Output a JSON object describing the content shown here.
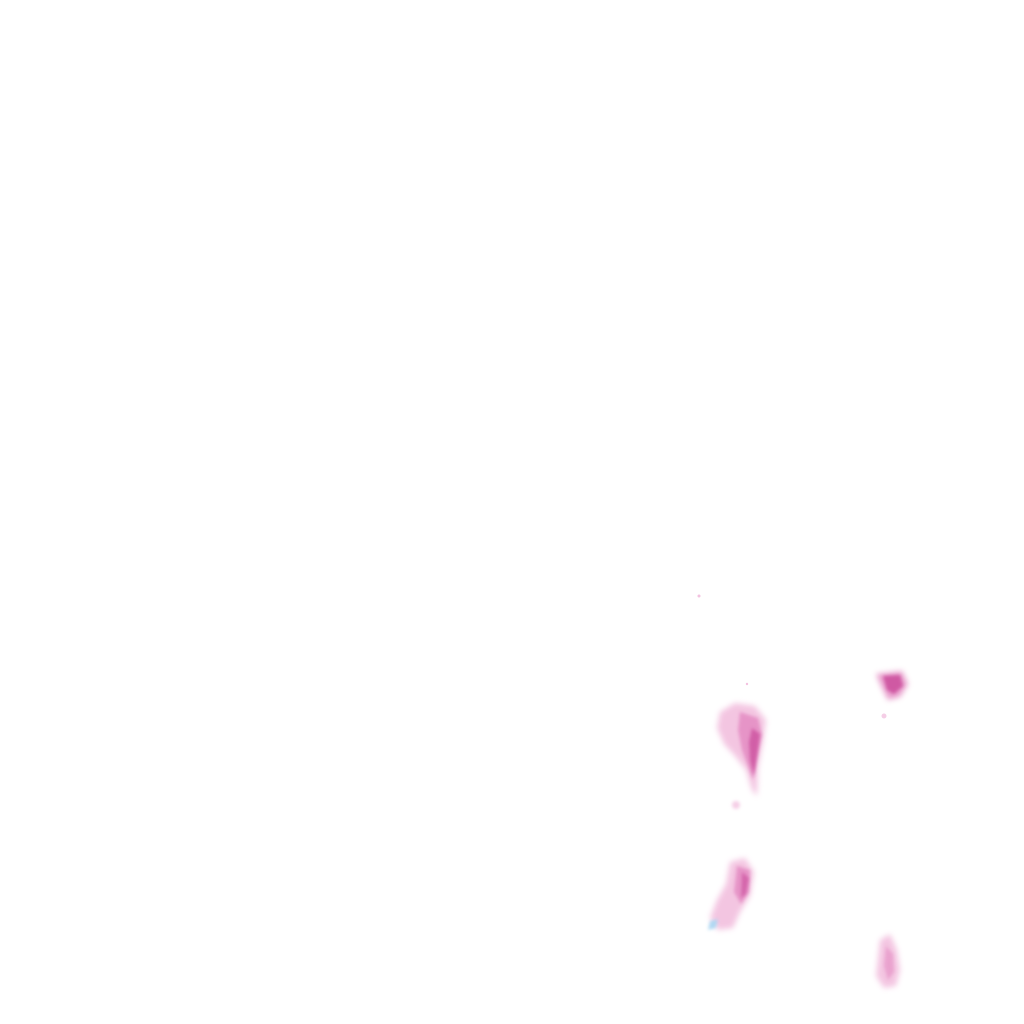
{
  "canvas": {
    "background": "#ffffff"
  },
  "palette": {
    "pink_light": "#f3c2e0",
    "pink_mid": "#e48cc3",
    "magenta": "#c9499a",
    "blue_light": "#a9d6f2"
  },
  "blobs": [
    "blob-top-right",
    "blob-center-right",
    "blob-lower-center",
    "blob-bottom-right",
    "speck-small",
    "speck-blue"
  ]
}
